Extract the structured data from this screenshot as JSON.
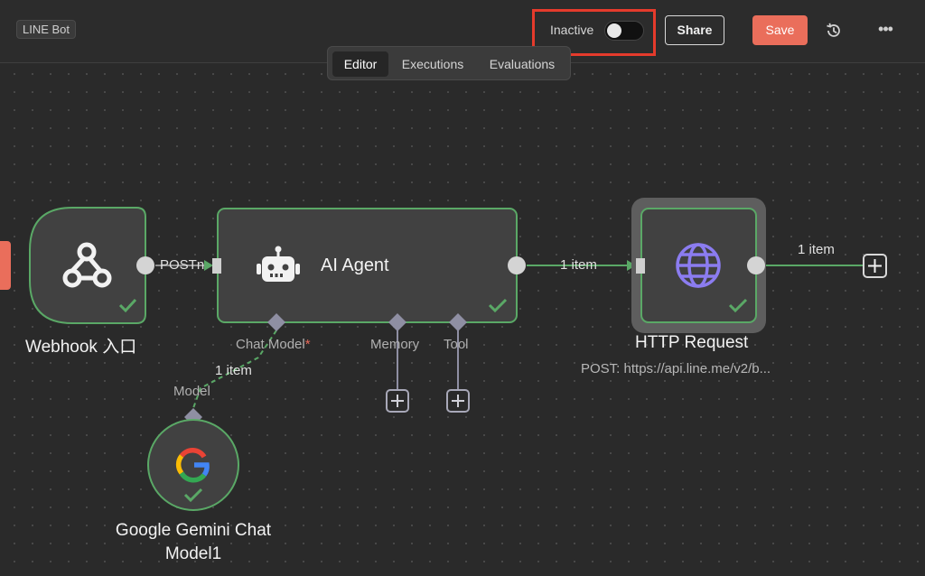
{
  "header": {
    "workflow_name": "LINE Bot",
    "status_label": "Inactive",
    "share_label": "Share",
    "save_label": "Save",
    "more_label": "•••"
  },
  "tabs": [
    {
      "label": "Editor",
      "active": true
    },
    {
      "label": "Executions",
      "active": false
    },
    {
      "label": "Evaluations",
      "active": false
    }
  ],
  "nodes": {
    "webhook": {
      "label": "Webhook 入口",
      "icon": "webhook-icon",
      "status": "success"
    },
    "agent": {
      "label": "AI Agent",
      "icon": "robot-icon",
      "status": "success",
      "ports": {
        "chat_model": "Chat Model",
        "chat_model_required": "*",
        "memory": "Memory",
        "tool": "Tool"
      }
    },
    "http": {
      "label": "HTTP Request",
      "subtitle": "POST: https://api.line.me/v2/b...",
      "icon": "globe-icon",
      "status": "success"
    },
    "gemini": {
      "label_line1": "Google Gemini Chat",
      "label_line2": "Model1",
      "icon": "google-icon",
      "port": "Model",
      "status": "success"
    }
  },
  "edges": {
    "webhook_agent": "POST",
    "webhook_agent_cut": "n",
    "agent_http": "1 item",
    "http_out": "1 item",
    "gemini_agent": "1 item"
  },
  "colors": {
    "success": "#5aa866",
    "accent": "#ea6e5b",
    "highlight": "#e53b2c",
    "port": "#8f8fa3",
    "globe": "#8b7cf0"
  }
}
